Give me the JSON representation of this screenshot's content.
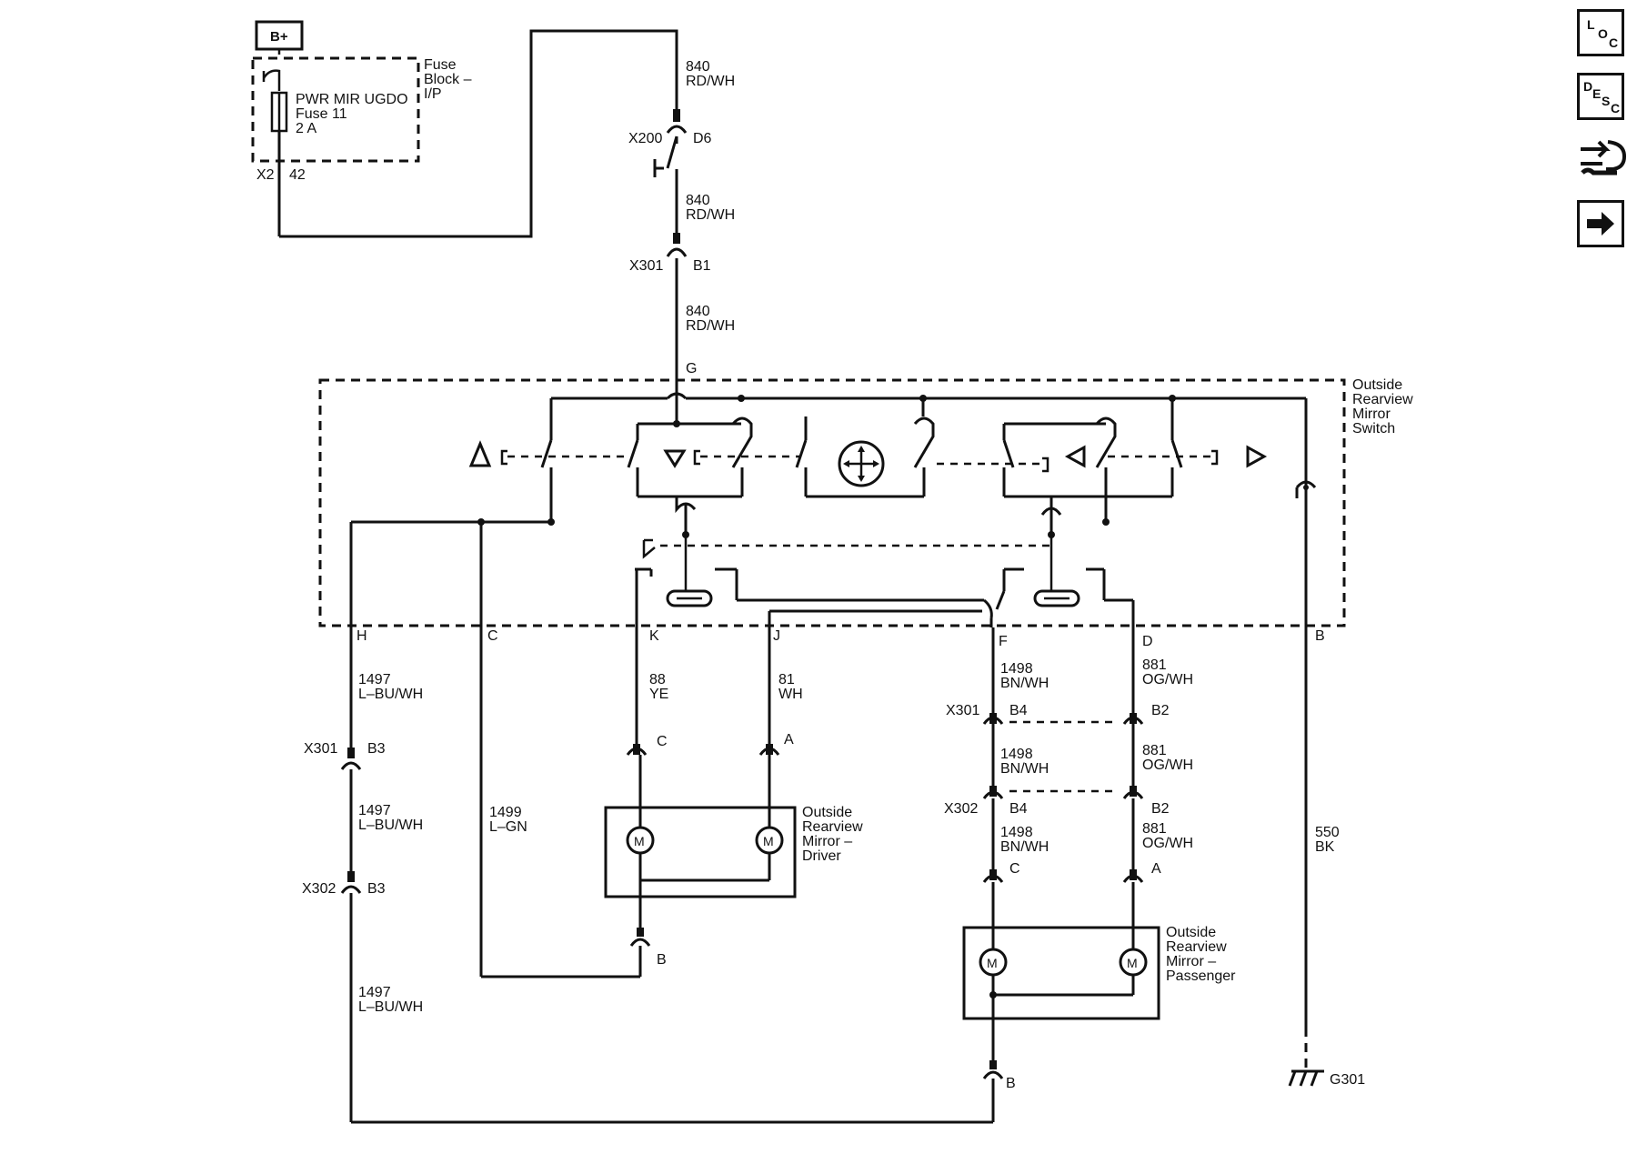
{
  "power": {
    "label": "B+"
  },
  "fuse": {
    "name": "PWR MIR UGDO",
    "number": "Fuse 11",
    "rating": "2 A",
    "block_line1": "Fuse",
    "block_line2": "Block –",
    "block_line3": "I/P",
    "conn": "X2",
    "pin": "42"
  },
  "feed": {
    "w1_num": "840",
    "w1_color": "RD/WH",
    "x200": "X200",
    "d6": "D6",
    "w2_num": "840",
    "w2_color": "RD/WH",
    "x301": "X301",
    "b1": "B1",
    "w3_num": "840",
    "w3_color": "RD/WH",
    "g": "G"
  },
  "switch": {
    "line1": "Outside",
    "line2": "Rearview",
    "line3": "Mirror",
    "line4": "Switch",
    "pins": {
      "h": "H",
      "c": "C",
      "k": "K",
      "j": "J",
      "f": "F",
      "d": "D",
      "b": "B"
    }
  },
  "wires": {
    "h_num": "1497",
    "h_color": "L–BU/WH",
    "h_x301": "X301",
    "h_b3a": "B3",
    "h2_num": "1497",
    "h2_color": "L–BU/WH",
    "h_x302": "X302",
    "h_b3b": "B3",
    "h3_num": "1497",
    "h3_color": "L–BU/WH",
    "c_num": "1499",
    "c_color": "L–GN",
    "k_num": "88",
    "k_color": "YE",
    "k_pin": "C",
    "j_num": "81",
    "j_color": "WH",
    "j_pin": "A",
    "drv_b": "B",
    "f_num": "1498",
    "f_color": "BN/WH",
    "f_x301": "X301",
    "f_b4a": "B4",
    "f2_num": "1498",
    "f2_color": "BN/WH",
    "f_x302": "X302",
    "f_b4b": "B4",
    "f3_num": "1498",
    "f3_color": "BN/WH",
    "f_pin": "C",
    "d_num": "881",
    "d_color": "OG/WH",
    "d_b2a": "B2",
    "d2_num": "881",
    "d2_color": "OG/WH",
    "d_b2b": "B2",
    "d3_num": "881",
    "d3_color": "OG/WH",
    "d_pin": "A",
    "pass_b": "B",
    "gnd_num": "550",
    "gnd_color": "BK",
    "gnd": "G301"
  },
  "driver_mirror": {
    "line1": "Outside",
    "line2": "Rearview",
    "line3": "Mirror –",
    "line4": "Driver",
    "motor": "M"
  },
  "passenger_mirror": {
    "line1": "Outside",
    "line2": "Rearview",
    "line3": "Mirror –",
    "line4": "Passenger",
    "motor": "M"
  },
  "side": {
    "loc": {
      "l": "L",
      "o": "O",
      "c": "C"
    },
    "desc": {
      "d": "D",
      "e": "E",
      "s": "S",
      "c": "C"
    },
    "icons": [
      "loc-button",
      "desc-button",
      "connector-tool-icon",
      "next-arrow-icon"
    ]
  }
}
